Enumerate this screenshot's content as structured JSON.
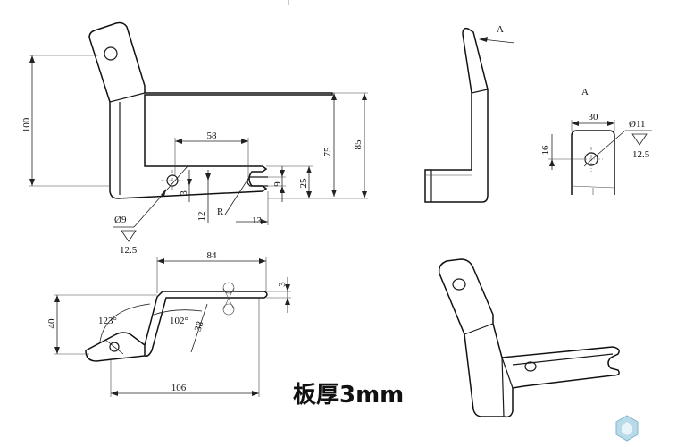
{
  "front_view": {
    "dim_height": "100",
    "dim_slot_width": "58",
    "dim_75": "75",
    "dim_85": "85",
    "dim_3": "3",
    "dim_12": "12",
    "dim_r": "R",
    "dim_13": "13",
    "dim_9": "9",
    "dim_25": "25",
    "hole_dia": "Ø9",
    "roughness": "12.5"
  },
  "side_view": {
    "view_marker": "A"
  },
  "detail_view": {
    "title": "A",
    "dim_30": "30",
    "hole_dia": "Ø11",
    "dim_16": "16",
    "roughness": "12.5"
  },
  "bottom_view": {
    "dim_84": "84",
    "dim_3": "3",
    "dim_40": "40",
    "angle_123": "123°",
    "angle_102": "102°",
    "dim_38": "38",
    "dim_106": "106"
  },
  "note": {
    "plate_thickness": "板厚3mm"
  }
}
